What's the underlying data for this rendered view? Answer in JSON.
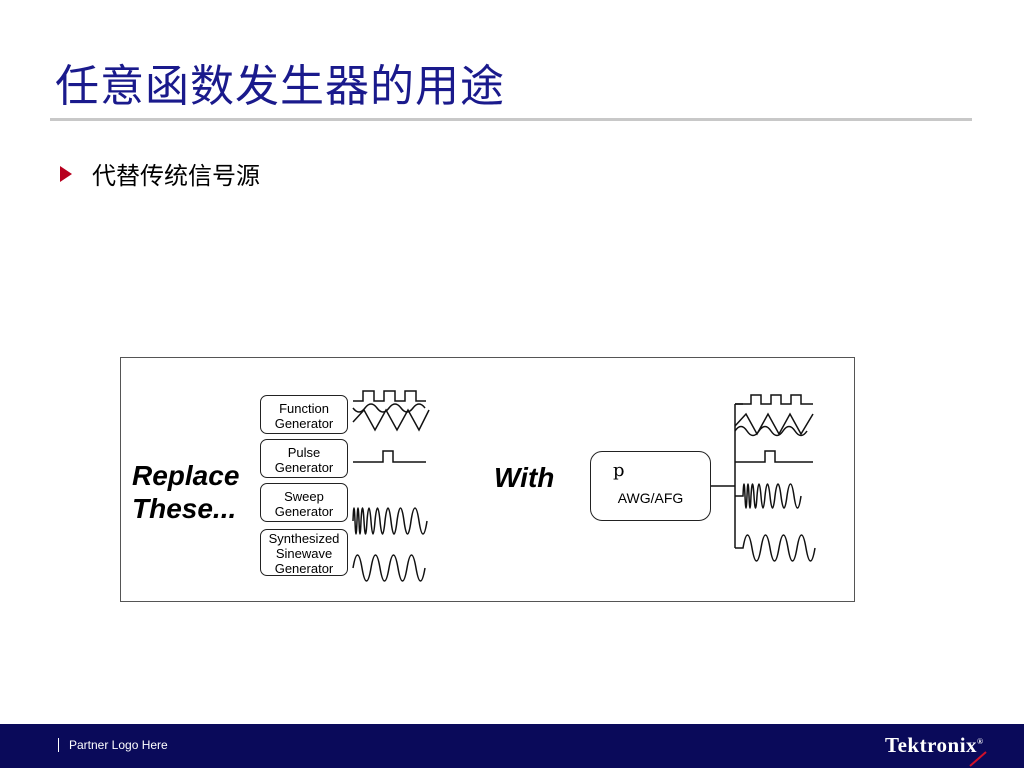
{
  "slide": {
    "title": "任意函数发生器的用途",
    "bullet": "代替传统信号源"
  },
  "diagram": {
    "replace_line1": "Replace",
    "replace_line2": "These...",
    "with_label": "With",
    "generators": [
      {
        "line1": "Function",
        "line2": "Generator",
        "line3": ""
      },
      {
        "line1": "Pulse",
        "line2": "Generator",
        "line3": ""
      },
      {
        "line1": "Sweep",
        "line2": "Generator",
        "line3": ""
      },
      {
        "line1": "Synthesized",
        "line2": "Sinewave",
        "line3": "Generator"
      }
    ],
    "awg_symbol": "p",
    "awg_label": "AWG/AFG"
  },
  "footer": {
    "partner": "Partner Logo Here",
    "brand": "Tektronix",
    "brand_mark": "®"
  },
  "colors": {
    "title": "#1a1a8c",
    "bullet": "#b8001e",
    "footer_bg": "#0a0a5a",
    "rule": "#c8c8c8"
  }
}
